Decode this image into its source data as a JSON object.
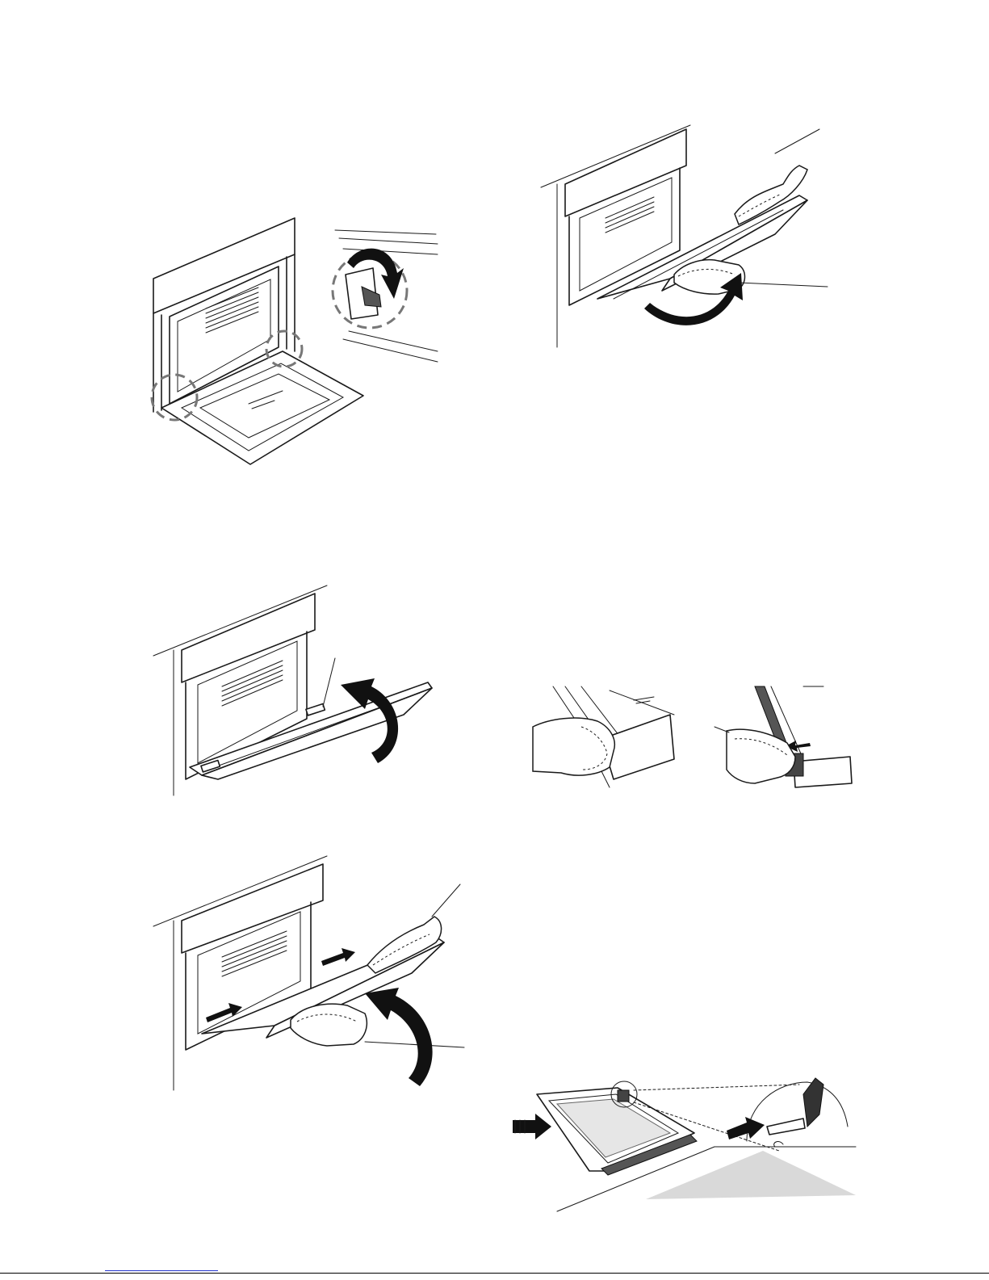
{
  "page": {
    "figures": [
      {
        "id": "fig-hinges",
        "depicts": "oven-door-open-hinges-marked"
      },
      {
        "id": "fig-lift-door",
        "depicts": "lifting-door-with-gloved-hands"
      },
      {
        "id": "fig-close-door",
        "depicts": "door-closing-to-angle"
      },
      {
        "id": "fig-pull-door",
        "depicts": "pulling-door-off-hinges"
      },
      {
        "id": "fig-glass-grip",
        "depicts": "gripping-glass-panel"
      },
      {
        "id": "fig-glass-clip",
        "depicts": "releasing-glass-clip"
      },
      {
        "id": "fig-glass-insert",
        "depicts": "inserting-glass-panel"
      }
    ]
  },
  "colors": {
    "line": "#1a1a1a",
    "arrow": "#111111",
    "dashed_circle": "#777777",
    "panel_grey": "#d9d9d9",
    "footer_link": "#2233cc"
  },
  "icons": [
    "curved-arrow-icon",
    "straight-arrow-icon",
    "magnifier-circle-icon",
    "glove-hand-icon"
  ]
}
